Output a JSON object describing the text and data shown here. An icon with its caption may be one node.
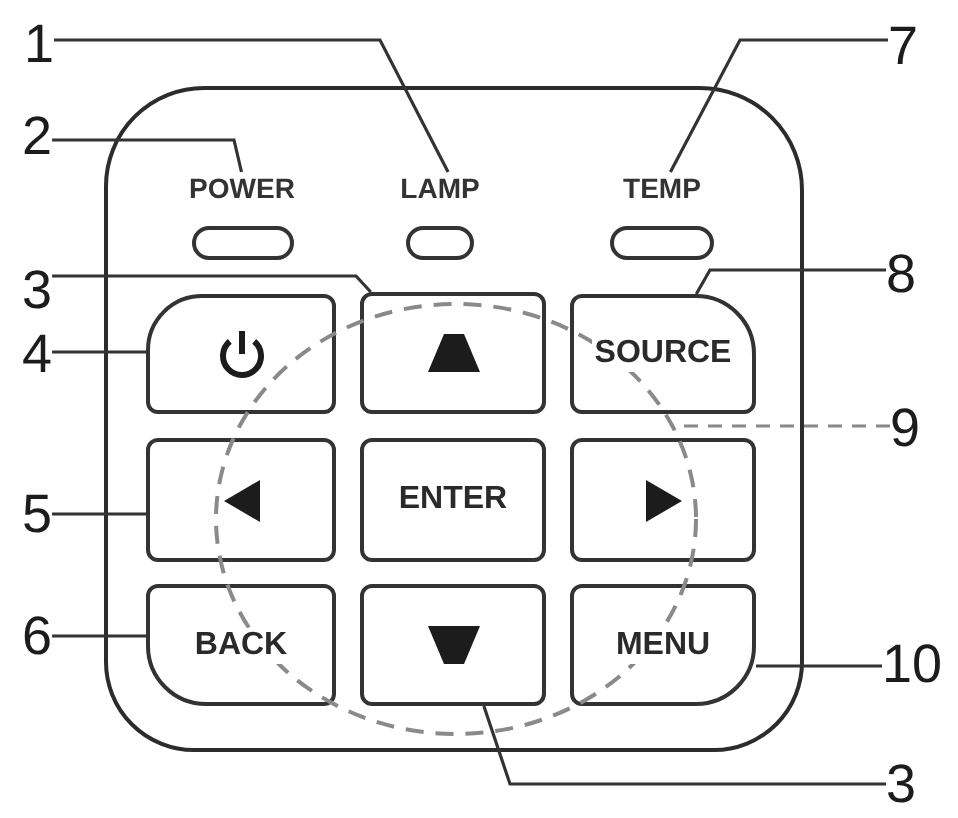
{
  "diagram": {
    "nodes": [
      {
        "text": [],
        "shape": "box"
      },
      {
        "text": [
          "POWER"
        ],
        "in": 0
      },
      {
        "text": [
          "LAMP"
        ],
        "in": 0
      },
      {
        "text": [
          "TEMP"
        ],
        "in": 0
      },
      {
        "text": [],
        "shape": "box",
        "in": 0
      },
      {
        "text": [],
        "shape": "box",
        "in": 0
      },
      {
        "text": [
          "SOURCE"
        ],
        "in": 0
      },
      {
        "text": [],
        "shape": "circle",
        "in": 0
      },
      {
        "text": [],
        "shape": "box",
        "in": 0
      },
      {
        "text": [
          "ENTER"
        ],
        "in": 7
      },
      {
        "text": [],
        "shape": "box",
        "in": 0
      },
      {
        "text": [
          "BACK"
        ],
        "in": 0
      },
      {
        "text": [],
        "shape": "box",
        "in": 7
      },
      {
        "text": [
          "MENU"
        ],
        "in": 0
      },
      {
        "text": [
          "1"
        ]
      },
      {
        "text": [
          "2"
        ]
      },
      {
        "text": [
          "3"
        ]
      },
      {
        "text": [
          "4"
        ]
      },
      {
        "text": [
          "5"
        ]
      },
      {
        "text": [
          "6"
        ]
      },
      {
        "text": [
          "7"
        ]
      },
      {
        "text": [
          "8"
        ]
      },
      {
        "text": [
          "9"
        ]
      },
      {
        "text": [
          "10"
        ]
      },
      {
        "text": [
          "3"
        ]
      }
    ],
    "edges": [
      {
        "from": 14,
        "to": 2,
        "arrow": "none"
      },
      {
        "from": 15,
        "to": 1,
        "arrow": "none"
      },
      {
        "from": 16,
        "to": 5,
        "arrow": "none"
      },
      {
        "from": 17,
        "to": 4,
        "arrow": "none"
      },
      {
        "from": 18,
        "to": 8,
        "arrow": "none"
      },
      {
        "from": 19,
        "to": 11,
        "arrow": "none"
      },
      {
        "from": 20,
        "to": 3,
        "arrow": "none"
      },
      {
        "from": 21,
        "to": 6,
        "arrow": "none"
      },
      {
        "from": 22,
        "to": 7,
        "arrow": "none",
        "style": "dashed",
        "color": "#888888"
      },
      {
        "from": 23,
        "to": 13,
        "arrow": "none"
      },
      {
        "from": 24,
        "to": 12,
        "arrow": "none"
      }
    ]
  }
}
